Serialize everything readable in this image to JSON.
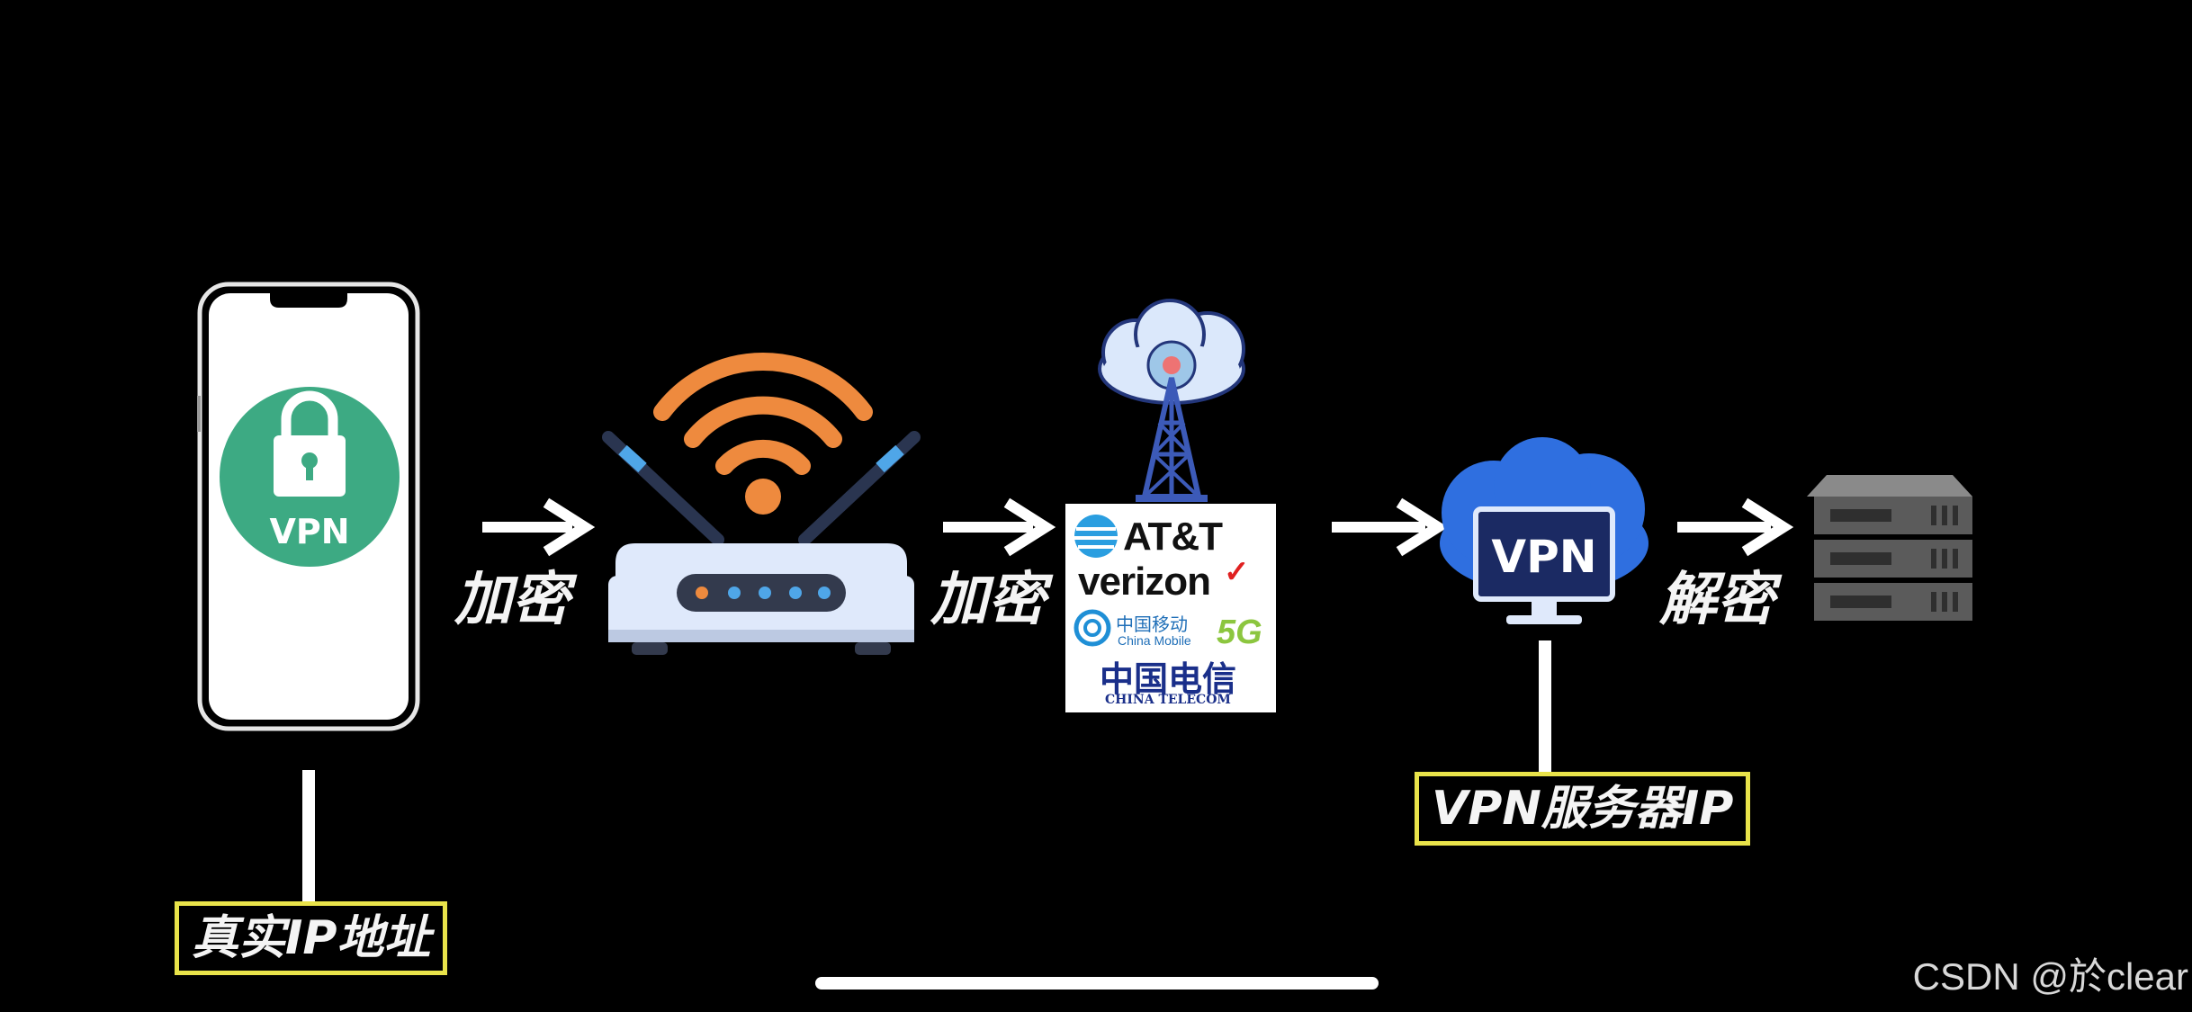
{
  "steps": {
    "phone_app": "VPN",
    "arrow1_label": "加密",
    "arrow2_label": "加密",
    "vpn_server": "VPN",
    "arrow4_label": "解密"
  },
  "carriers": {
    "att": "AT&T",
    "verizon": "verizon",
    "verizon_check": "✓",
    "china_mobile_cn": "中国移动",
    "china_mobile_en": "China Mobile",
    "five_g": "5G",
    "china_telecom_cn": "中国电信",
    "china_telecom_en": "CHINA TELECOM"
  },
  "labels": {
    "real_ip": "真实IP地址",
    "vpn_server_ip": "VPN服务器IP"
  },
  "watermark": "CSDN @於clear",
  "colors": {
    "background": "#000000",
    "phone_vpn_green": "#3daa83",
    "wifi_orange": "#ee8a3e",
    "router_body": "#dfe9fb",
    "cloud_blue": "#2f6fe0",
    "label_border": "#e9e34a",
    "tower_blue": "#3c5ab8"
  },
  "icons": [
    "smartphone-icon",
    "lock-icon",
    "router-icon",
    "wifi-icon",
    "cell-tower-icon",
    "cloud-icon",
    "monitor-icon",
    "server-rack-icon",
    "arrow-right-icon"
  ]
}
